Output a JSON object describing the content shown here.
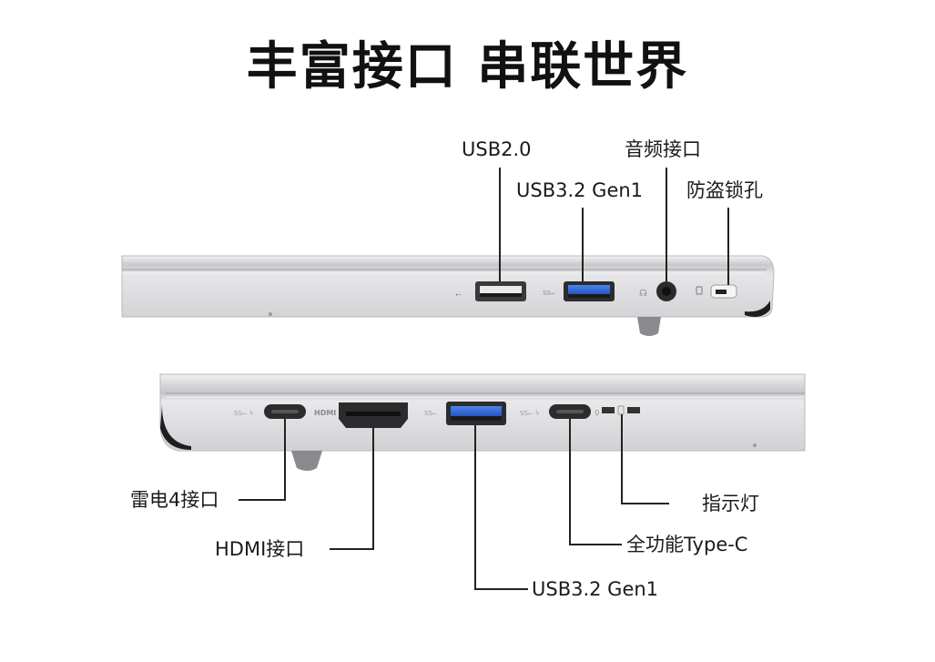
{
  "title": "丰富接口 串联世界",
  "top_labels": {
    "usb20": "USB2.0",
    "usb32_a": "USB3.2 Gen1",
    "audio": "音频接口",
    "lock": "防盗锁孔"
  },
  "bottom_labels": {
    "thunderbolt": "雷电4接口",
    "hdmi": "HDMI接口",
    "usb32_b": "USB3.2 Gen1",
    "indicator": "指示灯",
    "typec": "全功能Type-C"
  },
  "port_marks": {
    "hdmi_text": "HDMI"
  },
  "colors": {
    "chassis": "#d9d9db",
    "usb3_blue": "#3b6fd6",
    "line": "#222222"
  }
}
